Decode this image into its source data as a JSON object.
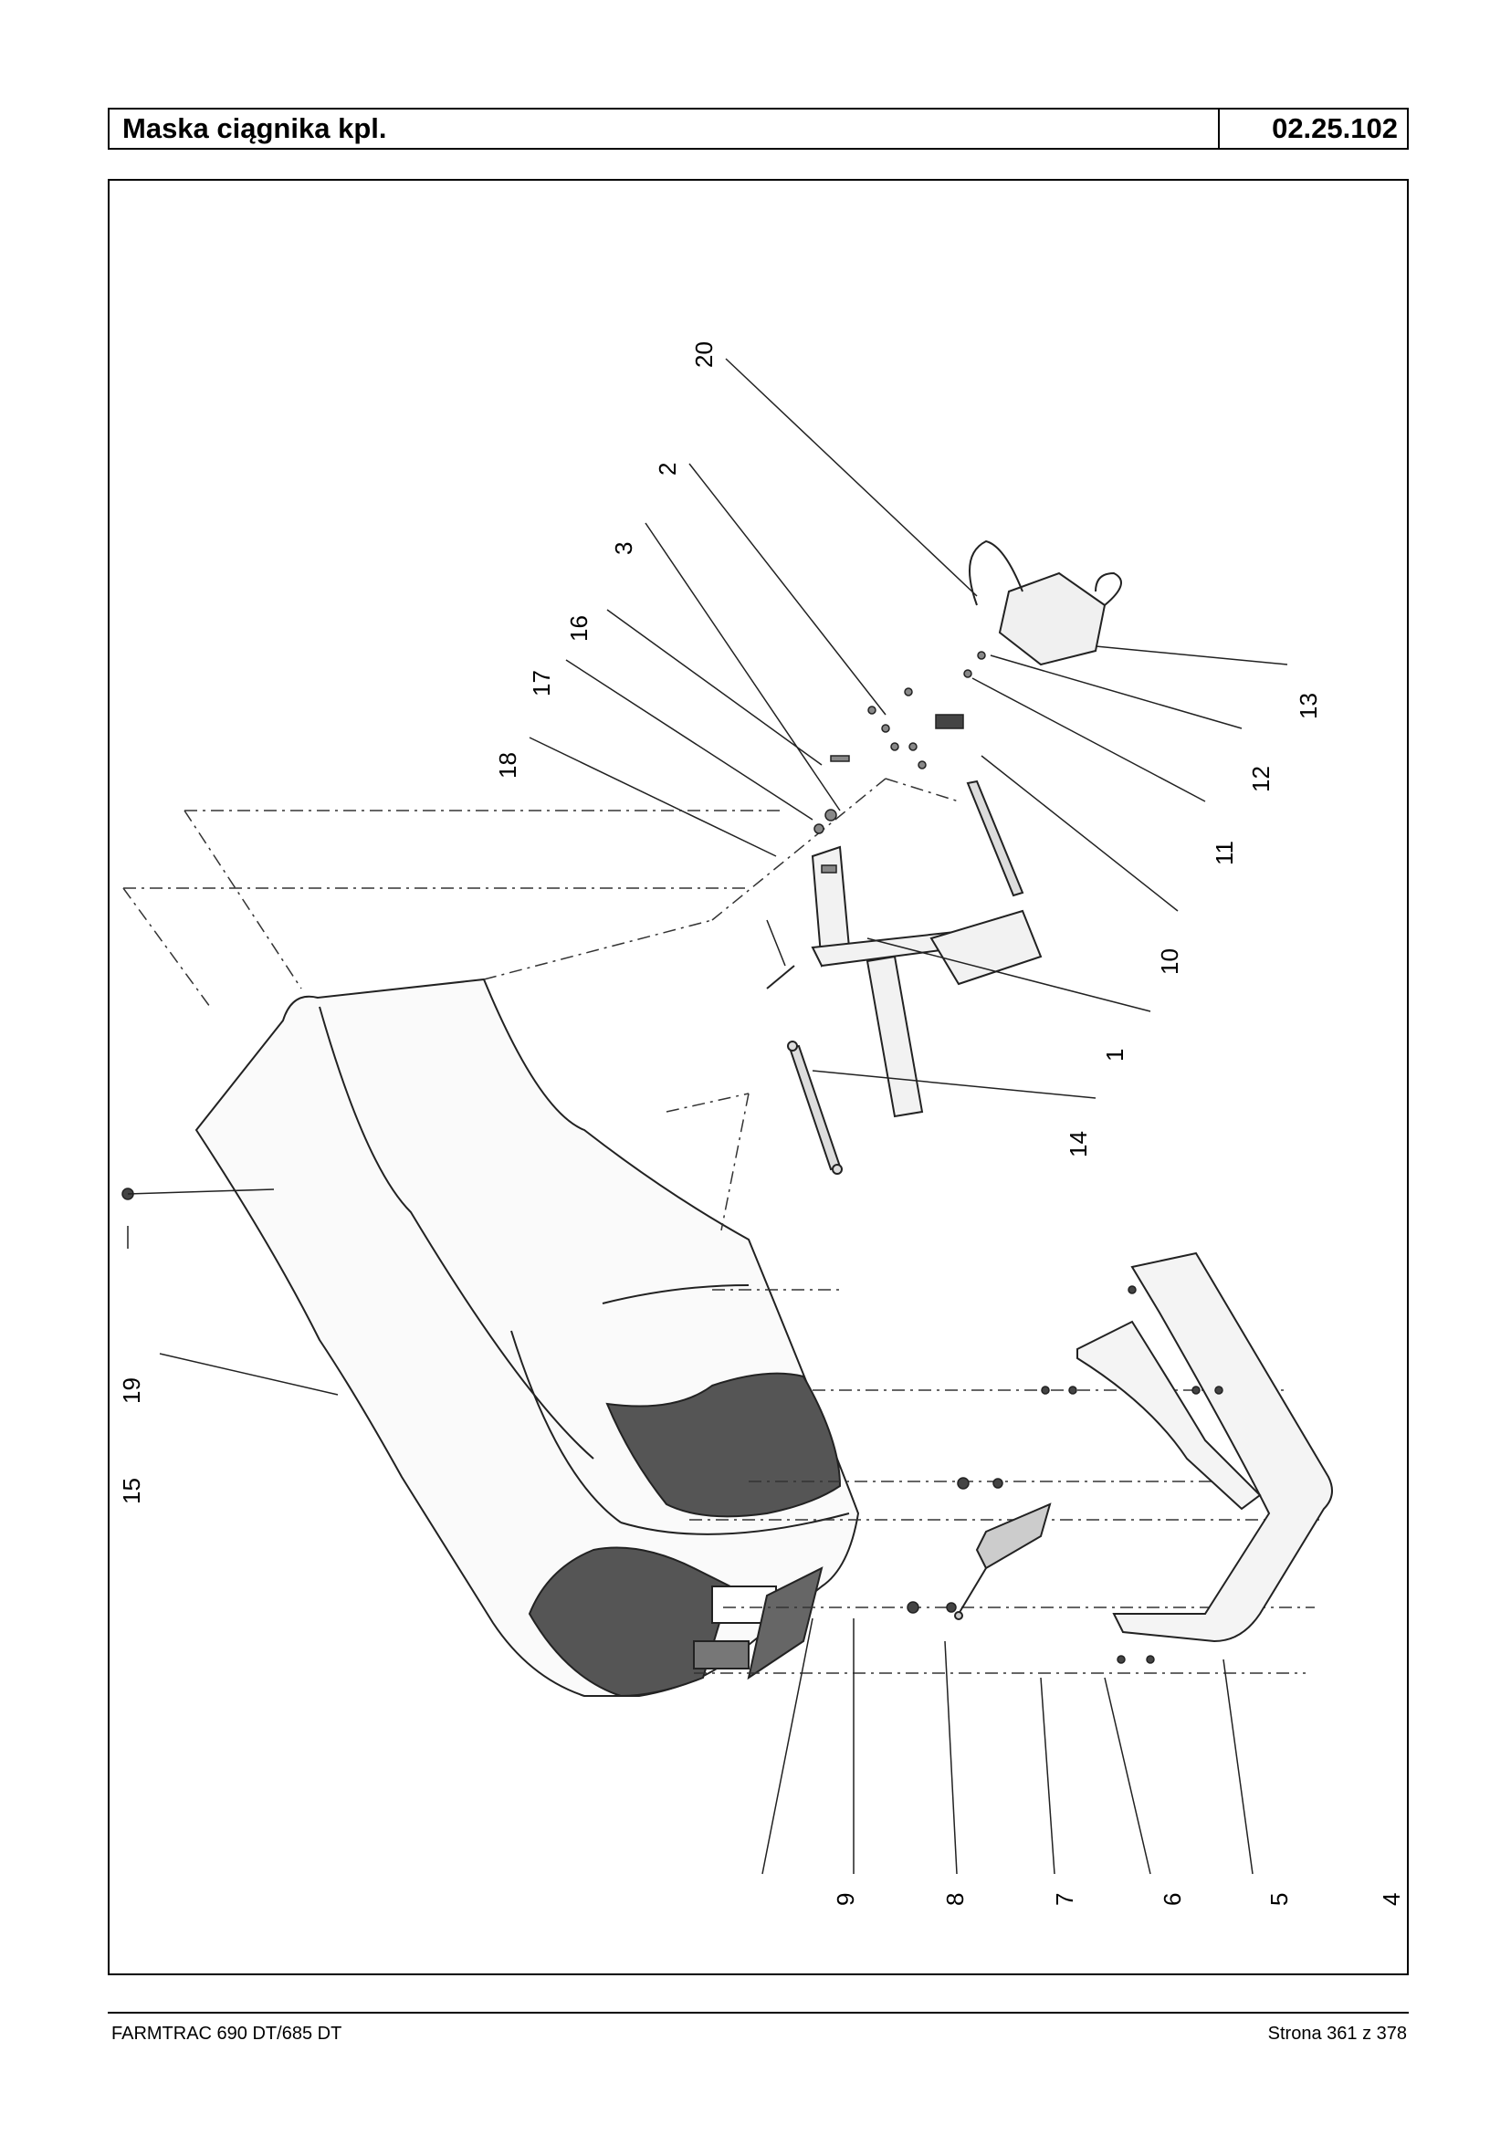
{
  "header": {
    "title": "Maska ciągnika kpl.",
    "code": "02.25.102"
  },
  "footer": {
    "left": "FARMTRAC 690 DT/685 DT",
    "right": "Strona 361 z 378"
  },
  "callouts": [
    "1",
    "2",
    "3",
    "4",
    "5",
    "6",
    "7",
    "8",
    "9",
    "10",
    "11",
    "12",
    "13",
    "14",
    "15",
    "16",
    "17",
    "18",
    "19",
    "20"
  ]
}
